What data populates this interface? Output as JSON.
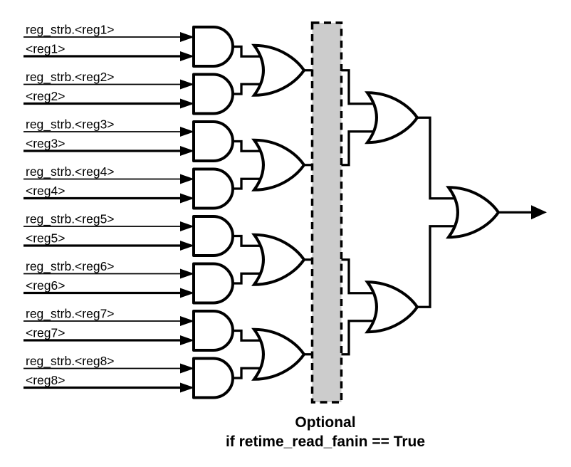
{
  "diagram": {
    "description": "AND-OR read fan-in tree for 8 register strobes with optional retiming stage",
    "inputs": [
      {
        "strobe_label": "reg_strb.<reg1>",
        "reg_label": "<reg1>"
      },
      {
        "strobe_label": "reg_strb.<reg2>",
        "reg_label": "<reg2>"
      },
      {
        "strobe_label": "reg_strb.<reg3>",
        "reg_label": "<reg3>"
      },
      {
        "strobe_label": "reg_strb.<reg4>",
        "reg_label": "<reg4>"
      },
      {
        "strobe_label": "reg_strb.<reg5>",
        "reg_label": "<reg5>"
      },
      {
        "strobe_label": "reg_strb.<reg6>",
        "reg_label": "<reg6>"
      },
      {
        "strobe_label": "reg_strb.<reg7>",
        "reg_label": "<reg7>"
      },
      {
        "strobe_label": "reg_strb.<reg8>",
        "reg_label": "<reg8>"
      }
    ],
    "caption": {
      "line1": "Optional",
      "line2": "if retime_read_fanin == True"
    },
    "colors": {
      "line": "#000000",
      "gate_fill": "#ffffff",
      "optional_box_fill": "#cccccc",
      "background": "#ffffff"
    }
  }
}
